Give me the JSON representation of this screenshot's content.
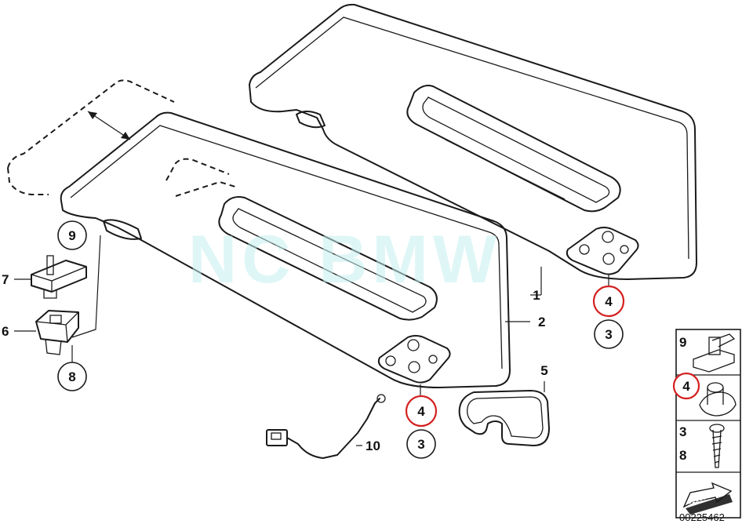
{
  "watermark": "NC BMW",
  "diagram_number": "00225462",
  "callouts": {
    "c1": "1",
    "c2": "2",
    "c3a": "3",
    "c3b": "3",
    "c4a": "4",
    "c4b": "4",
    "c5": "5",
    "c6": "6",
    "c7": "7",
    "c8": "8",
    "c9": "9",
    "c10": "10"
  },
  "legend": {
    "row1": "9",
    "row2": "4",
    "row3_top": "3",
    "row3_bottom": "8"
  },
  "colors": {
    "highlight": "#d42020",
    "watermark": "#c6f0f0",
    "line": "#1a1a1a"
  }
}
